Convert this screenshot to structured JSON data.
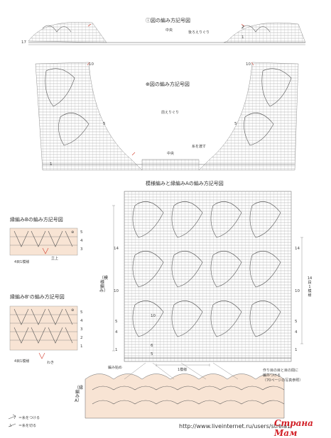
{
  "charts": {
    "ro": {
      "title": "ⓘ図の編み方記号図",
      "center": "中央",
      "start_note": "後ろえりぐり"
    },
    "ha": {
      "title": "⊕図の編み方記号図",
      "neckline": "前えりぐり",
      "center": "中央",
      "join_note": "糸を渡す"
    },
    "main": {
      "title": "模様編みと縁編みAの編み方記号図",
      "pattern_label": "（模様編み）",
      "edge_label": "（縁編みA）",
      "repeat_label": "1模様",
      "repeat_side": "14段1模様",
      "start_label": "編み始め",
      "note_lines": [
        "作り目の目と目の間に",
        "編みつける",
        "（70ページの写真参照）"
      ]
    },
    "edge_b": {
      "title": "縁編みBの編み方記号図",
      "repeat": "4目1模様",
      "cuff": "立上",
      "connect": "⊕"
    },
    "edge_b2": {
      "title": "縁編みB'の編み方記号図",
      "repeat": "4目1模様",
      "side": "わき",
      "connect": "⊕"
    }
  },
  "legend": [
    {
      "icon": "arrow-join-icon",
      "text": "＝糸をつける"
    },
    {
      "icon": "arrow-cut-icon",
      "text": "＝糸を切る"
    }
  ],
  "row_numbers": {
    "ro_right": [
      "2",
      "1"
    ],
    "ro_left": [
      "17"
    ],
    "ha_left": [
      "10",
      "5",
      "1"
    ],
    "ha_right": [
      "10",
      "5"
    ],
    "main_left": [
      "14",
      "10",
      "5",
      "4",
      "1"
    ],
    "main_right": [
      "14",
      "10",
      "5",
      "4",
      "1"
    ],
    "main_inner": [
      "10",
      "6",
      "5"
    ],
    "edge_b_rows": [
      "5",
      "4",
      "3"
    ],
    "edge_b2_rows": [
      "5",
      "4",
      "3",
      "2",
      "1"
    ]
  },
  "watermark": {
    "url": "http://www.liveinternet.ru/users/strela1/",
    "logo": "Страна Мам"
  },
  "colors": {
    "edge_fill": "#f8e4d4",
    "line": "#555555",
    "accent": "#d23a2a"
  }
}
